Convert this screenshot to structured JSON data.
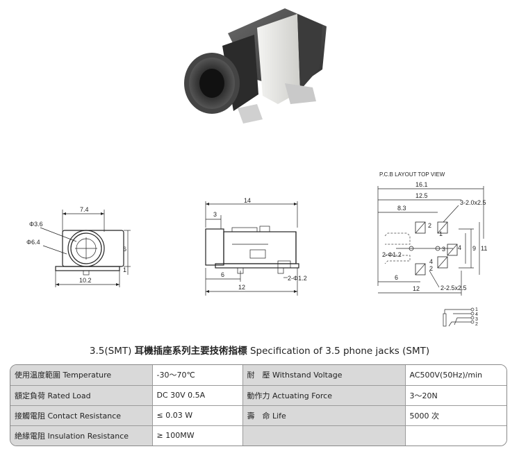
{
  "front_view": {
    "w": "7.4",
    "d1": "Φ3.6",
    "d2": "Φ6.4",
    "h": "6",
    "h2": "1",
    "base": "10.2"
  },
  "side_view": {
    "len": "14",
    "off": "3",
    "pos": "6",
    "pin": "2-Φ1.2",
    "total": "12"
  },
  "pcb": {
    "title": "P.C.B LAYOUT    TOP VIEW",
    "d1": "16.1",
    "d2": "12.5",
    "d3": "8.3",
    "pads3": "3-2.0x2.5",
    "hole": "2-Φ1.2",
    "v4": "4",
    "v9": "9",
    "v11": "11",
    "d6": "6",
    "d12": "12",
    "pads2": "2-2.5x2.5",
    "p1": "1",
    "p2": "2",
    "p3": "3",
    "p4": "4"
  },
  "schematic": {
    "n1": "1",
    "n4": "4",
    "n3": "3",
    "n2": "2"
  },
  "caption": {
    "prefix": "3.5(SMT)",
    "cn": "耳機插座系列主要技術指標",
    "en": "Specification of 3.5 phone jacks (SMT)"
  },
  "spec": [
    {
      "l1": "使用温度範圍 Temperature",
      "v1": "-30～70℃",
      "l2": "耐　壓 Withstand Voltage",
      "v2": "AC500V(50Hz)/min"
    },
    {
      "l1": "額定負荷 Rated Load",
      "v1": "DC 30V 0.5A",
      "l2": "動作力 Actuating Force",
      "v2": "3～20N"
    },
    {
      "l1": "接觸電阻 Contact Resistance",
      "v1": "≤ 0.03 W",
      "l2": "壽　命 Life",
      "v2": "5000 次"
    },
    {
      "l1": "絶緣電阻 Insulation Resistance",
      "v1": "≥ 100MW",
      "l2": "",
      "v2": ""
    }
  ]
}
